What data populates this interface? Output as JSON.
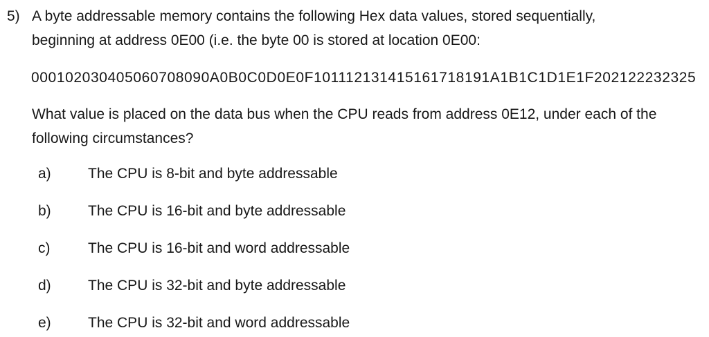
{
  "doc": {
    "number": "5)",
    "intro_lines": [
      "A byte addressable memory contains the following Hex data values, stored sequentially,",
      "beginning at address 0E00 (i.e. the byte 00 is stored at location 0E00:"
    ],
    "hex_string": "000102030405060708090A0B0C0D0E0F101112131415161718191A1B1C1D1E1F202122232325",
    "question_lines": [
      "What value is placed on the data bus when the CPU reads from address 0E12, under each of the",
      "following circumstances?"
    ],
    "items": [
      {
        "label": "a)",
        "text": "The CPU is 8-bit and byte addressable"
      },
      {
        "label": "b)",
        "text": "The CPU is 16-bit and byte addressable"
      },
      {
        "label": "c)",
        "text": "The CPU is 16-bit and word addressable"
      },
      {
        "label": "d)",
        "text": "The CPU is 32-bit and byte addressable"
      },
      {
        "label": "e)",
        "text": "The CPU is 32-bit and word addressable"
      }
    ],
    "colors": {
      "background": "#ffffff",
      "text": "#171717"
    }
  }
}
